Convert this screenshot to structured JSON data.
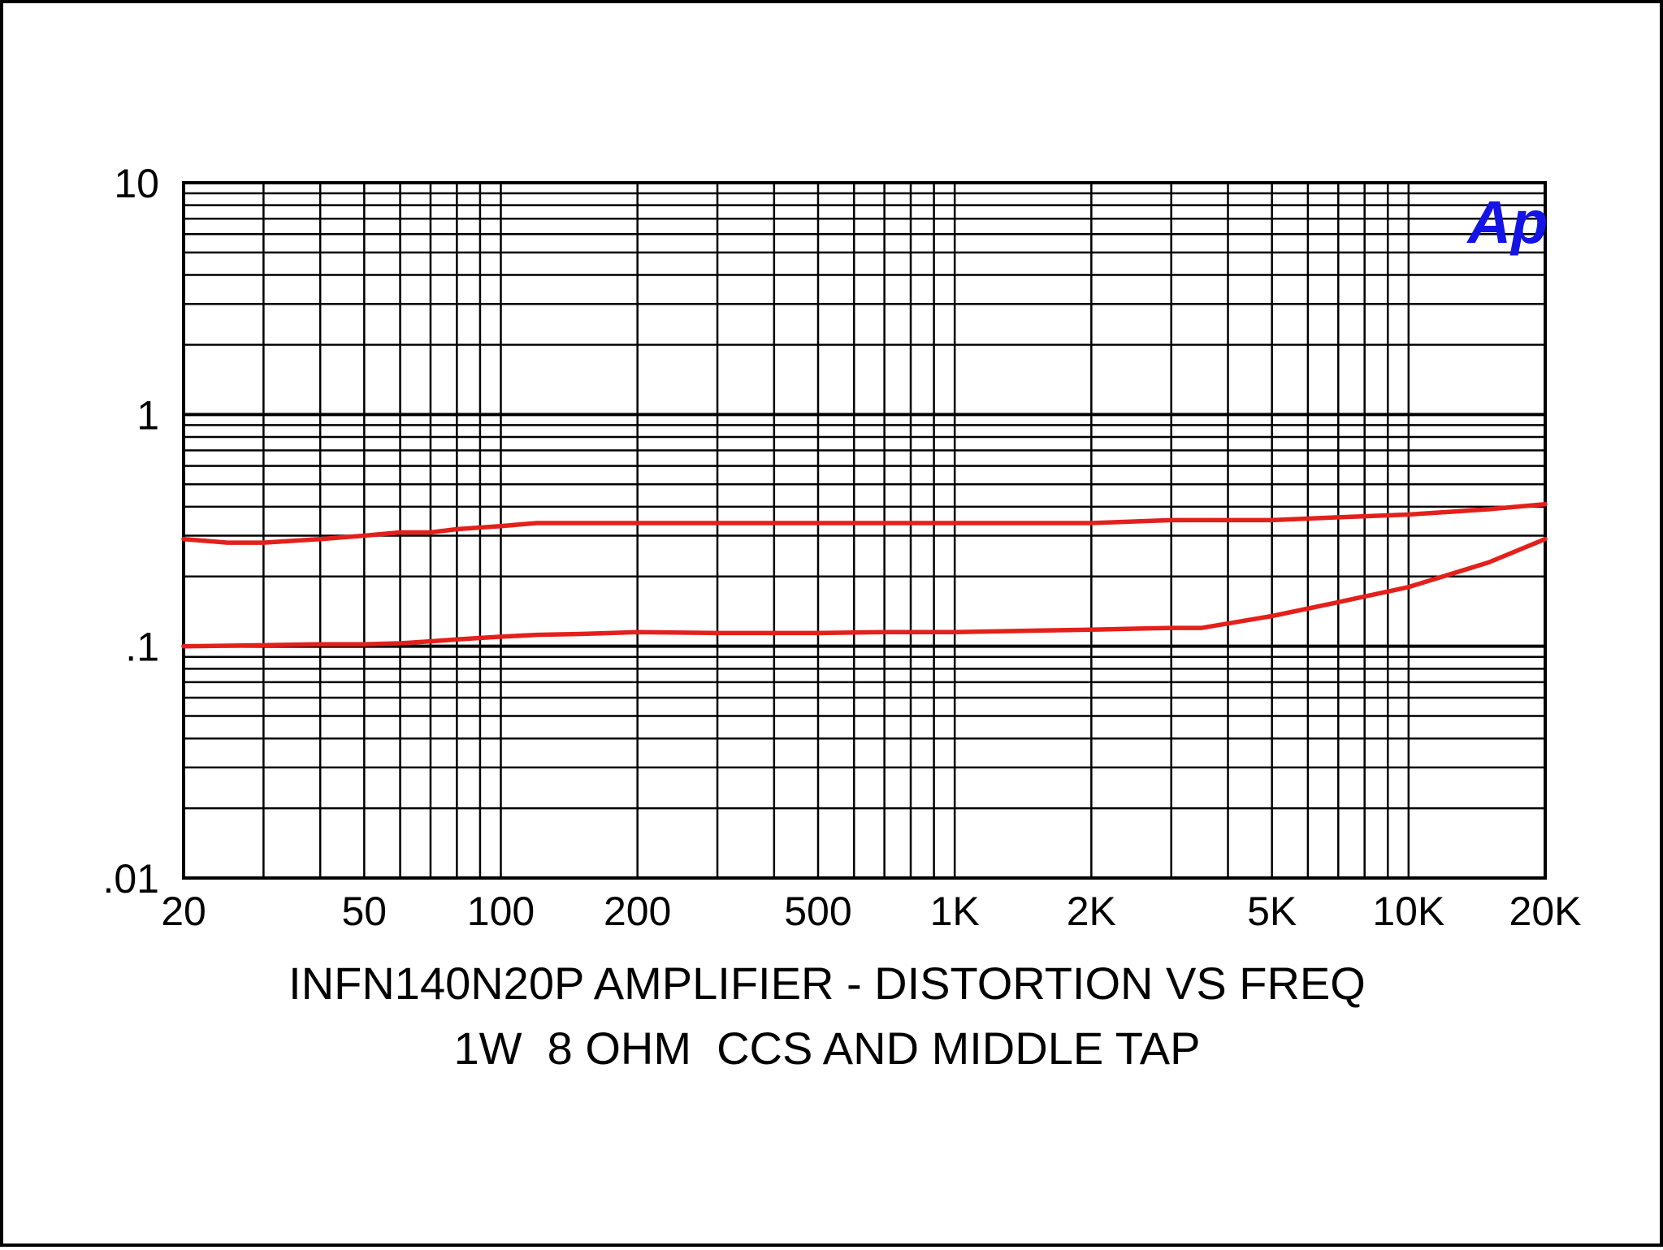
{
  "chart_data": {
    "type": "line",
    "title": "INFN140N20P AMPLIFIER - DISTORTION VS FREQ",
    "subtitle": "1W  8 OHM  CCS AND MIDDLE TAP",
    "xlabel": "",
    "ylabel": "",
    "x_scale": "log",
    "y_scale": "log",
    "xlim": [
      20,
      20000
    ],
    "ylim": [
      0.01,
      10
    ],
    "grid": true,
    "x_ticks": [
      {
        "value": 20,
        "label": "20"
      },
      {
        "value": 50,
        "label": "50"
      },
      {
        "value": 100,
        "label": "100"
      },
      {
        "value": 200,
        "label": "200"
      },
      {
        "value": 500,
        "label": "500"
      },
      {
        "value": 1000,
        "label": "1K"
      },
      {
        "value": 2000,
        "label": "2K"
      },
      {
        "value": 5000,
        "label": "5K"
      },
      {
        "value": 10000,
        "label": "10K"
      },
      {
        "value": 20000,
        "label": "20K"
      }
    ],
    "y_ticks": [
      {
        "value": 10,
        "label": "10"
      },
      {
        "value": 1,
        "label": "1"
      },
      {
        "value": 0.1,
        "label": ".1"
      },
      {
        "value": 0.01,
        "label": ".01"
      }
    ],
    "series": [
      {
        "color": "#e3201b",
        "x": [
          20,
          25,
          30,
          40,
          50,
          60,
          70,
          80,
          100,
          120,
          150,
          200,
          300,
          500,
          700,
          1000,
          2000,
          3000,
          5000,
          7000,
          10000,
          15000,
          20000
        ],
        "y": [
          0.29,
          0.28,
          0.28,
          0.29,
          0.3,
          0.31,
          0.31,
          0.32,
          0.33,
          0.34,
          0.34,
          0.34,
          0.34,
          0.34,
          0.34,
          0.34,
          0.34,
          0.35,
          0.35,
          0.36,
          0.37,
          0.39,
          0.41
        ]
      },
      {
        "color": "#e3201b",
        "x": [
          20,
          30,
          40,
          50,
          60,
          70,
          80,
          100,
          120,
          150,
          200,
          300,
          500,
          700,
          1000,
          2000,
          3000,
          3500,
          5000,
          7000,
          10000,
          15000,
          20000
        ],
        "y": [
          0.1,
          0.101,
          0.102,
          0.102,
          0.103,
          0.105,
          0.107,
          0.11,
          0.112,
          0.113,
          0.115,
          0.114,
          0.114,
          0.115,
          0.115,
          0.118,
          0.12,
          0.12,
          0.135,
          0.155,
          0.18,
          0.23,
          0.29
        ]
      }
    ]
  },
  "logo": {
    "text": "Ap",
    "color": "#1414e6"
  },
  "colors": {
    "axes": "#000000",
    "background": "#ffffff"
  }
}
